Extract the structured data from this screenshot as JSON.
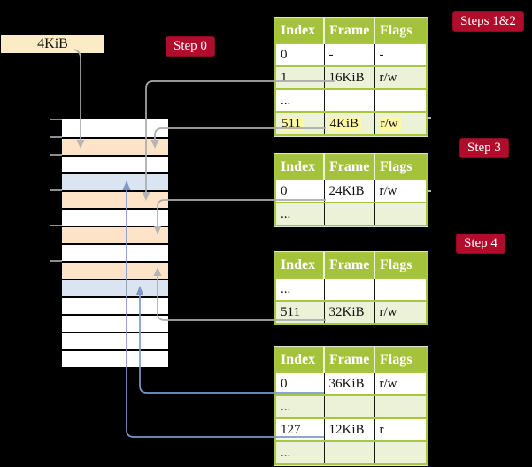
{
  "legend_box": {
    "label": "4KiB"
  },
  "step_labels": {
    "step0": "Step 0",
    "steps12": "Steps 1&2",
    "step3": "Step 3",
    "step4": "Step 4"
  },
  "tables": [
    {
      "headers": [
        "Index",
        "Frame",
        "Flags"
      ],
      "rows": [
        {
          "cells": [
            "0",
            "-",
            "-"
          ]
        },
        {
          "cells": [
            "1",
            "16KiB",
            "r/w"
          ]
        },
        {
          "cells": [
            "...",
            "",
            ""
          ]
        },
        {
          "cells": [
            "511",
            "4KiB",
            "r/w"
          ],
          "highlighted": true
        }
      ]
    },
    {
      "headers": [
        "Index",
        "Frame",
        "Flags"
      ],
      "rows": [
        {
          "cells": [
            "0",
            "24KiB",
            "r/w"
          ]
        },
        {
          "cells": [
            "...",
            "",
            ""
          ]
        }
      ]
    },
    {
      "headers": [
        "Index",
        "Frame",
        "Flags"
      ],
      "rows": [
        {
          "cells": [
            "...",
            "",
            ""
          ]
        },
        {
          "cells": [
            "511",
            "32KiB",
            "r/w"
          ]
        }
      ]
    },
    {
      "headers": [
        "Index",
        "Frame",
        "Flags"
      ],
      "rows": [
        {
          "cells": [
            "0",
            "36KiB",
            "r/w"
          ]
        },
        {
          "cells": [
            "...",
            "",
            ""
          ]
        },
        {
          "cells": [
            "127",
            "12KiB",
            "r"
          ]
        },
        {
          "cells": [
            "...",
            "",
            ""
          ]
        }
      ]
    }
  ],
  "memory_stack": {
    "rows": [
      "white",
      "peach",
      "white",
      "blue",
      "peach",
      "white",
      "peach",
      "white",
      "peach",
      "blue",
      "white",
      "white",
      "white",
      "white"
    ]
  },
  "colors": {
    "background": "#000000",
    "table_header_green": "#a5c23b",
    "table_row_green": "#ecf2d8",
    "table_border_green": "#a9c63f",
    "highlight_yellow": "#fdf8a2",
    "label_red": "#b00d2c",
    "legend_cream": "#fcecc5",
    "stack_peach": "#fde4c8",
    "stack_blue": "#dbe5f1",
    "connector_gray": "#ababab",
    "connector_blue": "#7e99c8"
  }
}
